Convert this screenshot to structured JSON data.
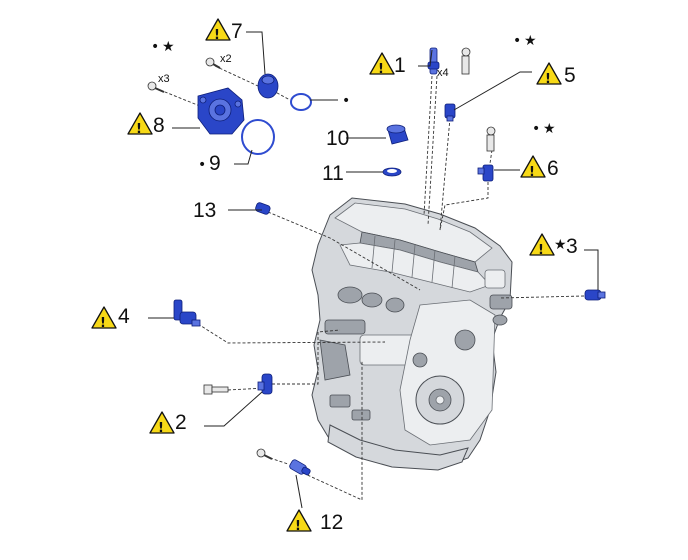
{
  "callouts": [
    {
      "id": "c1",
      "number": "1",
      "warning": true,
      "star": false,
      "dot": false
    },
    {
      "id": "c2",
      "number": "2",
      "warning": true,
      "star": false,
      "dot": false
    },
    {
      "id": "c3",
      "number": "3",
      "warning": true,
      "star": true,
      "dot": false
    },
    {
      "id": "c4",
      "number": "4",
      "warning": true,
      "star": false,
      "dot": false
    },
    {
      "id": "c5",
      "number": "5",
      "warning": true,
      "star": false,
      "dot": false
    },
    {
      "id": "c6",
      "number": "6",
      "warning": true,
      "star": false,
      "dot": false
    },
    {
      "id": "c7",
      "number": "7",
      "warning": true,
      "star": false,
      "dot": false
    },
    {
      "id": "c8",
      "number": "8",
      "warning": true,
      "star": false,
      "dot": false
    },
    {
      "id": "c9",
      "number": "9",
      "warning": false,
      "star": false,
      "dot": true
    },
    {
      "id": "c10",
      "number": "10",
      "warning": false,
      "star": false,
      "dot": false
    },
    {
      "id": "c11",
      "number": "11",
      "warning": false,
      "star": false,
      "dot": false
    },
    {
      "id": "c12",
      "number": "12",
      "warning": true,
      "star": false,
      "dot": false
    },
    {
      "id": "c13",
      "number": "13",
      "warning": false,
      "star": false,
      "dot": false
    }
  ],
  "quantities": {
    "injector_count": "x4",
    "pump_bolts": "x3",
    "actuator_bolts": "x2"
  },
  "symbols": {
    "warning": "!",
    "star": "★",
    "dot": "•"
  },
  "colors": {
    "part_blue": "#2a46c8",
    "warning_yellow": "#f7d917",
    "engine_gray": "#d5d8dc"
  }
}
